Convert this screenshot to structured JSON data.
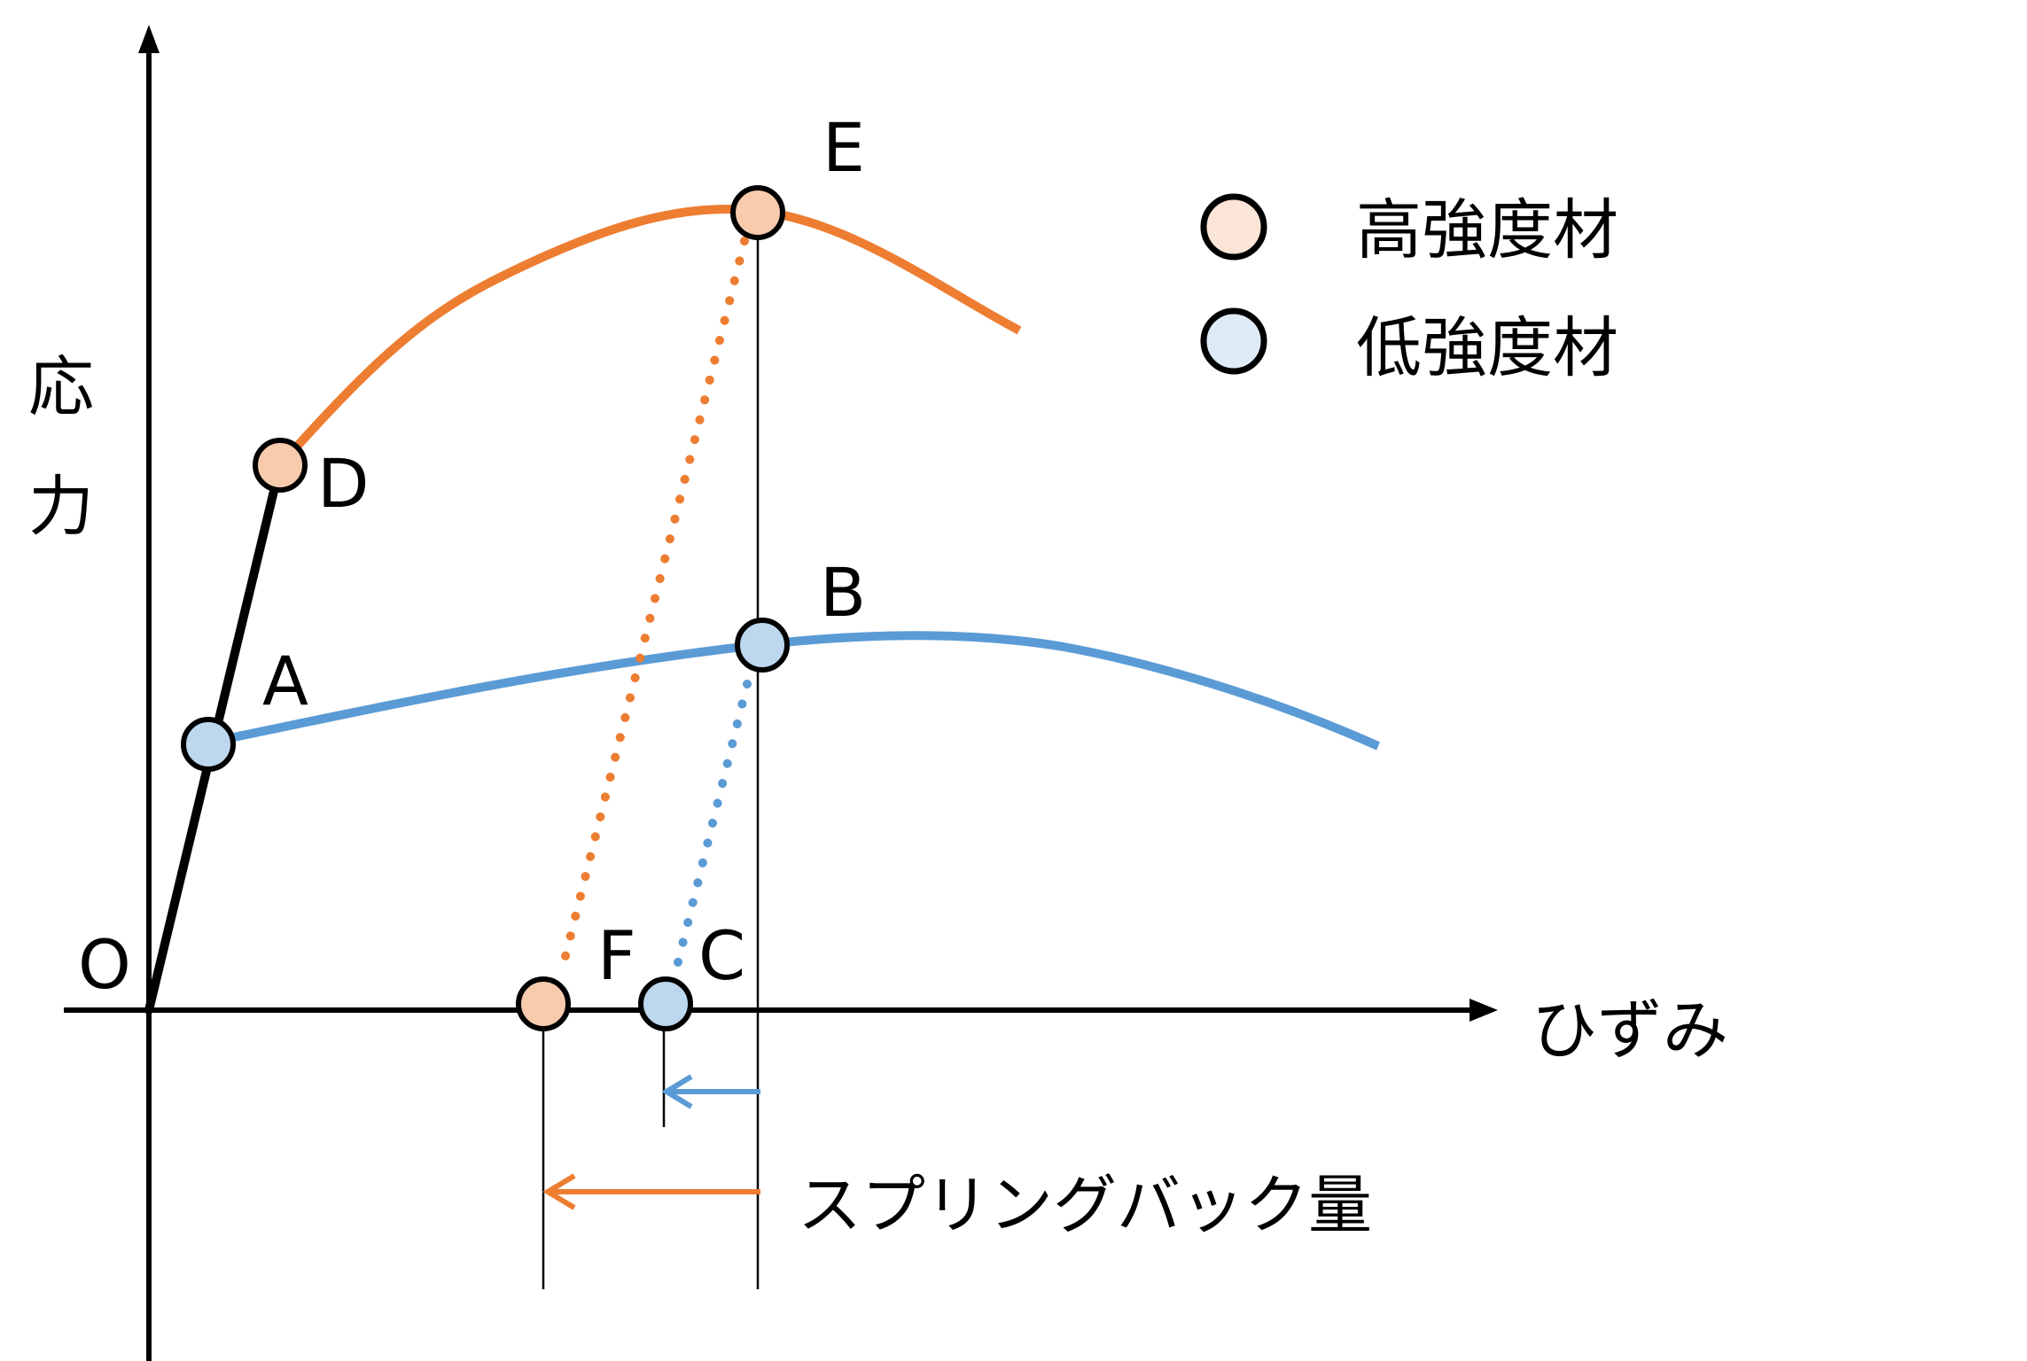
{
  "axes": {
    "y_label_line1": "応",
    "y_label_line2": "力",
    "x_label": "ひずみ",
    "origin_label": "O"
  },
  "points": {
    "A": "A",
    "B": "B",
    "C": "C",
    "D": "D",
    "E": "E",
    "F": "F"
  },
  "legend": {
    "high_strength": "高強度材",
    "low_strength": "低強度材"
  },
  "springback_label": "スプリングバック量",
  "colors": {
    "high_strength_curve": "#ED7D31",
    "low_strength_curve": "#5B9BD5",
    "high_strength_marker": "#F8CBAD",
    "low_strength_marker": "#BDD7EE",
    "legend_high_marker": "#FBE5D6",
    "legend_low_marker": "#DEEBF7",
    "axis": "#000000"
  }
}
